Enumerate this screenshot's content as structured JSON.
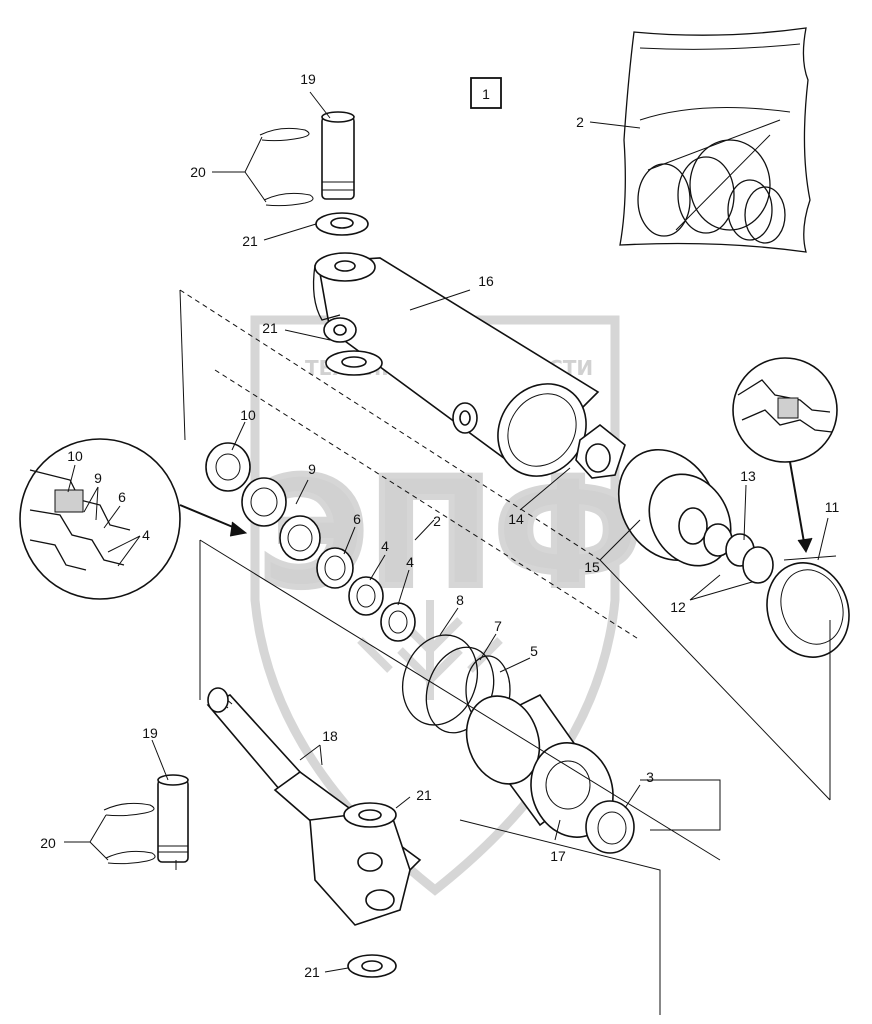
{
  "diagram": {
    "frame_label": "1",
    "watermark": {
      "brand_text": "ТЕХНИКА",
      "brand_text_2": "ЗАПЧАСТИ",
      "logo_letters": "ЭПФ"
    },
    "callouts": {
      "c19_top": "19",
      "c20_top": "20",
      "c21_top": "21",
      "c16": "16",
      "c21_mid": "21",
      "c2_bag": "2",
      "c10": "10",
      "c9": "9",
      "c6": "6",
      "c4a": "4",
      "c4b": "4",
      "c2_mid": "2",
      "c8": "8",
      "c7": "7",
      "c5": "5",
      "c14": "14",
      "c15": "15",
      "c13": "13",
      "c12": "12",
      "c11": "11",
      "c3": "3",
      "c17": "17",
      "c18": "18",
      "c19_bot": "19",
      "c20_bot": "20",
      "c21_bot_a": "21",
      "c21_bot_b": "21",
      "d10": "10",
      "d9": "9",
      "d6": "6",
      "d4": "4"
    }
  }
}
